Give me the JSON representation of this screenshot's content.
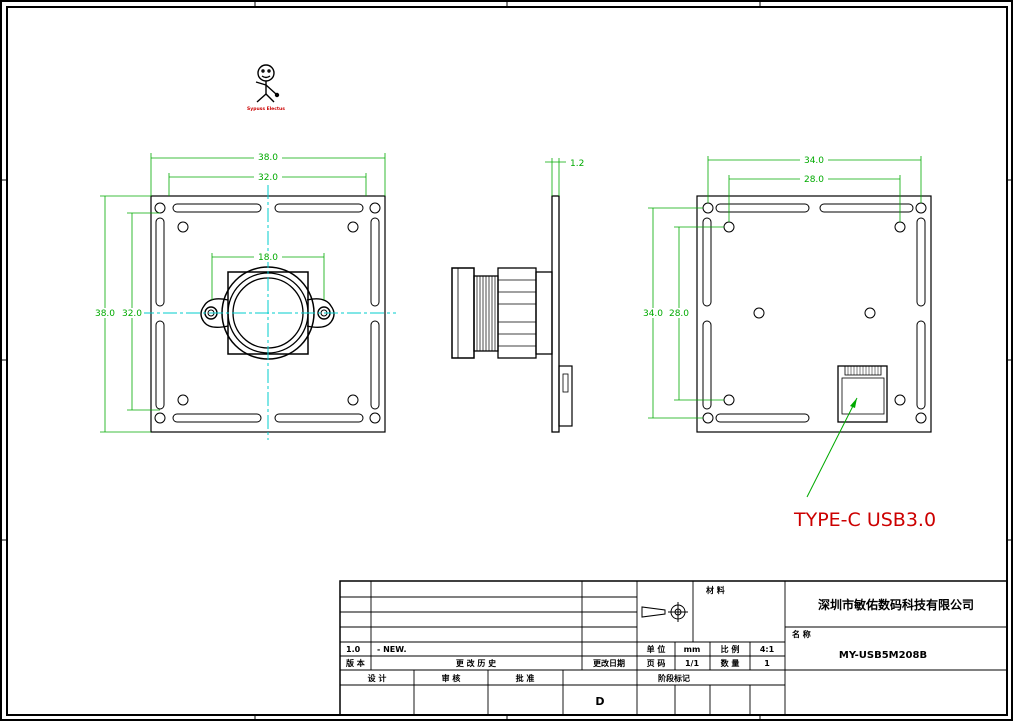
{
  "logo_text": "Sypuss Electus",
  "front_view": {
    "dim_width_outer": "38.0",
    "dim_width_inner": "32.0",
    "dim_lens_mount": "18.0",
    "dim_height_outer": "38.0",
    "dim_height_inner": "32.0"
  },
  "side_view": {
    "dim_thickness": "1.2"
  },
  "back_view": {
    "dim_width_outer": "34.0",
    "dim_width_inner": "28.0",
    "dim_height_outer": "34.0",
    "dim_height_inner": "28.0"
  },
  "connector_label": "TYPE-C USB3.0",
  "title_block": {
    "material_label": "材 料",
    "company": "深圳市敏佑数码科技有限公司",
    "name_label": "名 称",
    "model": "MY-USB5M208B",
    "version": "1.0",
    "version_note": "- NEW.",
    "version_header": "版 本",
    "change_history": "更 改 历 史",
    "change_date": "更改日期",
    "unit_label": "单 位",
    "unit_value": "mm",
    "ratio_label": "比 例",
    "ratio_value": "4:1",
    "page_label": "页 码",
    "page_value": "1/1",
    "qty_label": "数 量",
    "qty_value": "1",
    "design_label": "设 计",
    "review_label": "审 核",
    "approve_label": "批 准",
    "stage_label": "阶段标记",
    "stage_value": "D"
  }
}
